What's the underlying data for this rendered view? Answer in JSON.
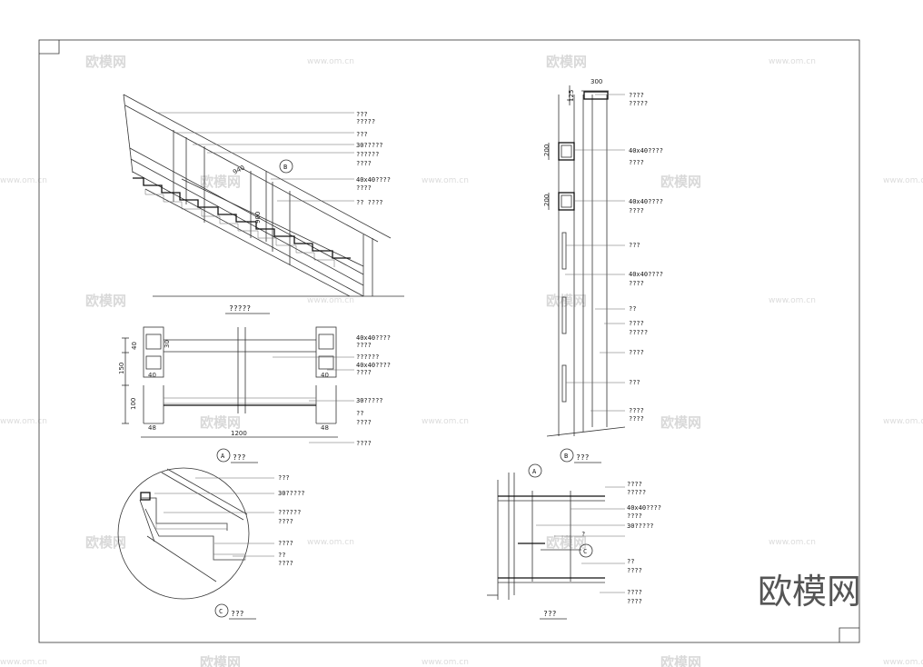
{
  "watermark": {
    "brand": "欧模网",
    "url": "www.om.cn",
    "url_cut": "www.om.c"
  },
  "logo": "欧模网",
  "views": {
    "elevation": {
      "title": "?????",
      "dim_rail": "940",
      "dim_post": "900",
      "callout": "B",
      "labels": [
        "???",
        "?????",
        "???",
        "30?????",
        "??????",
        "????",
        "40x40????",
        "????",
        "?? ????"
      ]
    },
    "section_a": {
      "title": "???",
      "callout": "A",
      "dims": {
        "d40": "40",
        "d30": "30",
        "d150": "150",
        "d40b": "40",
        "d100": "100",
        "d48l": "48",
        "d40r": "40",
        "d48r": "48",
        "d1200": "1200"
      },
      "labels": [
        "40x40????",
        "????",
        "??????",
        "40x40????",
        "????",
        "30?????",
        "??",
        "????",
        "????"
      ]
    },
    "detail_c": {
      "title": "???",
      "callout": "C",
      "labels": [
        "???",
        "30?????",
        "??????",
        "????",
        "????",
        "??",
        "????"
      ]
    },
    "section_b": {
      "title": "???",
      "callout": "B",
      "dims": {
        "d300": "300",
        "d125": "125",
        "d200a": "200",
        "d200b": "200"
      },
      "labels": [
        "????",
        "?????",
        "40x40????",
        "????",
        "40x40????",
        "????",
        "???",
        "40x40????",
        "????",
        "??",
        "????",
        "?????",
        "????",
        "???",
        "????",
        "????"
      ]
    },
    "plan": {
      "title": "???",
      "callout_a": "A",
      "callout_c": "C",
      "labels": [
        "????",
        "?????",
        "40x40????",
        "????",
        "30?????",
        "?",
        "??",
        "????",
        "????",
        "????"
      ]
    }
  }
}
